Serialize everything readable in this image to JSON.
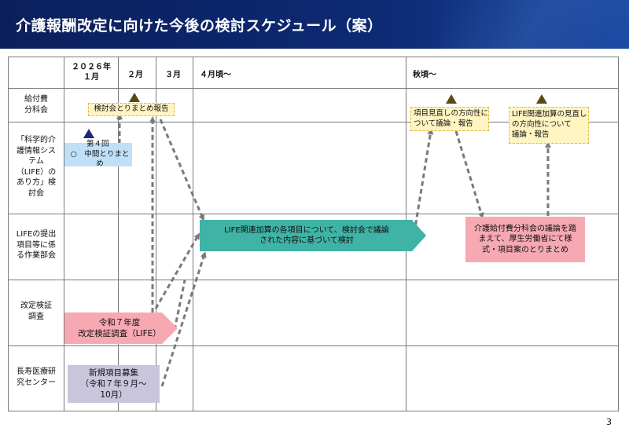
{
  "slide": {
    "title": "介護報酬改定に向けた今後の検討スケジュール（案）",
    "page_number": "3"
  },
  "columns": {
    "c2026_line1": "２０２６年",
    "c2026_line2": "１月",
    "feb": "２月",
    "mar": "３月",
    "apr": "４月頃～",
    "autumn": "秋頃～"
  },
  "rows": {
    "kyufuhi_1": "給付費",
    "kyufuhi_2": "分科会",
    "life_1": "「科学的介",
    "life_2": "護情報シス",
    "life_3": "テム",
    "life_4": "（LIFE）の",
    "life_5": "あり方」検",
    "life_6": "討会",
    "wg_1": "LIFEの提出",
    "wg_2": "項目等に係",
    "wg_3": "る作業部会",
    "kensho_1": "改定検証",
    "kensho_2": "調査",
    "ncgg_1": "長寿医療研",
    "ncgg_2": "究センター"
  },
  "items": {
    "report_box": "検討会とりまとめ報告",
    "fourth_1": "第４回",
    "fourth_2": "○　中間とりまとめ",
    "proposal_1": "項目見直しの方向性に",
    "proposal_2": "ついて議論・報告",
    "lifekasan_1": "LIFE関連加算の見直し",
    "lifekasan_2": "の方向性について",
    "lifekasan_3": "議論・報告",
    "wg_main_1": "LIFE関連加算の各項目について、検討会で議論",
    "wg_main_2": "された内容に基づいて検討",
    "wg_final_1": "介護給付費分科会の議論を踏",
    "wg_final_2": "まえて、厚生労働省にて様",
    "wg_final_3": "式・項目案のとりまとめ",
    "survey_1": "令和７年度",
    "survey_2": "改定検証調査（LIFE）",
    "recruit_1": "新規項目募集",
    "recruit_2": "（令和７年９月～",
    "recruit_3": "10月）"
  },
  "colors": {
    "header_navy": "#0d2a74",
    "yellow_box": "#fff4c2",
    "yellow_border": "#e0b84a",
    "blue_box": "#bfe0f7",
    "teal": "#3fb3a6",
    "pink": "#f7a9b3",
    "lavender": "#c9c5dc",
    "triangle_olive": "#5a4a10",
    "triangle_navy": "#1a2a7a",
    "arrow_gray": "#7a7a7a"
  }
}
